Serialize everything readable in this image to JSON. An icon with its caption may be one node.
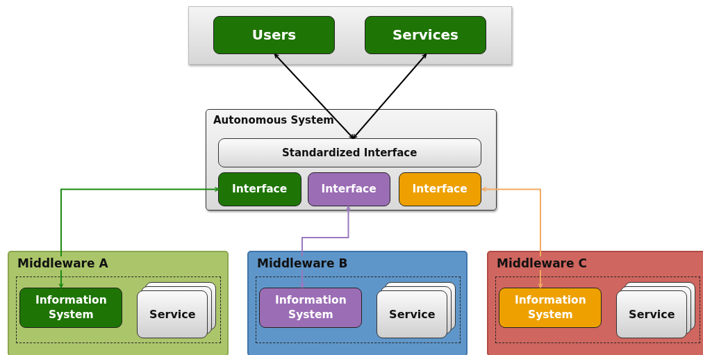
{
  "diagram": {
    "nodes": [
      {
        "text": [],
        "shape": "box"
      },
      {
        "text": [
          "Users"
        ],
        "in": 0
      },
      {
        "text": [
          "Services"
        ],
        "in": 0
      },
      {
        "text": [
          "Autonomous System"
        ]
      },
      {
        "text": [
          "Standardized Interface"
        ],
        "in": 3
      },
      {
        "text": [
          "Interface"
        ],
        "in": 3
      },
      {
        "text": [
          "Interface"
        ],
        "in": 3
      },
      {
        "text": [
          "Interface"
        ],
        "in": 3
      },
      {
        "text": [
          "Middleware A"
        ]
      },
      {
        "text": [],
        "shape": "box",
        "in": 8
      },
      {
        "text": [
          "Information System"
        ],
        "in": 9
      },
      {
        "text": [
          "Service"
        ],
        "in": 9
      },
      {
        "text": [
          "Middleware B"
        ]
      },
      {
        "text": [],
        "shape": "box",
        "in": 12
      },
      {
        "text": [
          "Information System"
        ],
        "in": 13
      },
      {
        "text": [
          "Service"
        ],
        "in": 13
      },
      {
        "text": [
          "Middleware C"
        ]
      },
      {
        "text": [],
        "shape": "box",
        "in": 16
      },
      {
        "text": [
          "Information System"
        ],
        "in": 17
      },
      {
        "text": [
          "Service"
        ],
        "in": 17
      }
    ],
    "edges": [
      {
        "from": 1,
        "to": 4,
        "arrow": "both"
      },
      {
        "from": 2,
        "to": 4,
        "arrow": "both"
      },
      {
        "from": 10,
        "to": 5,
        "arrow": "both",
        "color": "#1a8a10"
      },
      {
        "from": 14,
        "to": 6,
        "arrow": "both",
        "color": "#9b78c0"
      },
      {
        "from": 18,
        "to": 7,
        "arrow": "both",
        "color": "#f4a960"
      }
    ]
  }
}
